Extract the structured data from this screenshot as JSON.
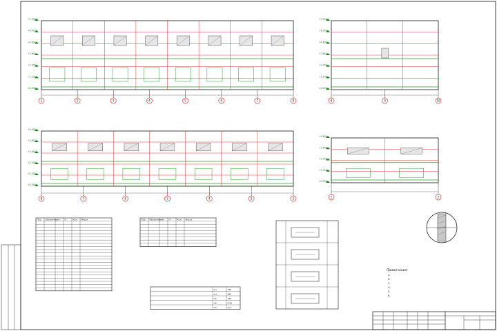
{
  "colors": {
    "sheet": "#ffffff",
    "ink": "#111111",
    "panel_grid": "#d23b3b",
    "structure": "#2f8f2f",
    "axis_bubble": "#d23b3b",
    "level_mark": "#1c7a1c",
    "window_hatch": "#555555"
  },
  "views": [
    {
      "id": "view-a",
      "title": "",
      "axes": [
        "1",
        "2",
        "3",
        "4",
        "5",
        "6",
        "7",
        "8"
      ],
      "panel_columns": 8,
      "panel_rows": 6,
      "has_window_row": true
    },
    {
      "id": "view-b",
      "title": "",
      "axes": [
        "8",
        "9",
        "10"
      ],
      "panel_columns": 3,
      "panel_rows": 6,
      "has_window_row": false
    },
    {
      "id": "view-c",
      "title": "",
      "axes": [
        "8",
        "7",
        "6",
        "5",
        "4",
        "3",
        "2"
      ],
      "panel_columns": 7,
      "panel_rows": 5,
      "has_window_row": true
    },
    {
      "id": "view-d",
      "title": "",
      "axes": [
        "1",
        "2"
      ],
      "panel_columns": 2,
      "panel_rows": 4,
      "has_window_row": true
    }
  ],
  "level_marks": [
    "±0.000",
    "+1.200",
    "+2.400",
    "+3.600",
    "+4.800",
    "+6.000",
    "+7.200",
    "+8.400"
  ],
  "spec_table_1": {
    "title": "",
    "columns": [
      "Поз.",
      "Обозначение",
      "L",
      "H",
      "Кол.",
      "Масса"
    ],
    "rows": 22
  },
  "spec_table_2": {
    "title": "",
    "columns": [
      "Поз.",
      "Обозначение",
      "L",
      "H",
      "Кол.",
      "Масса"
    ],
    "rows": 8
  },
  "materials_table": {
    "title": "",
    "rows": [
      {
        "name": "",
        "unit": "шт",
        "qty": "230"
      },
      {
        "name": "",
        "unit": "шт",
        "qty": "860"
      },
      {
        "name": "",
        "unit": "м2",
        "qty": "340"
      },
      {
        "name": "",
        "unit": "м2",
        "qty": "0.90"
      },
      {
        "name": "",
        "unit": "м3",
        "qty": "4.8"
      }
    ]
  },
  "details_table": {
    "title": "",
    "rows": 4
  },
  "section_legend": [
    "",
    ""
  ],
  "notes": {
    "heading": "Примечания:",
    "lines": [
      "1.",
      "2.",
      "3.",
      "4.",
      "5.",
      "6."
    ]
  },
  "title_block": {
    "sheet_label": "",
    "sheet_number": "",
    "sheets_total": ""
  },
  "side_stamp": ""
}
